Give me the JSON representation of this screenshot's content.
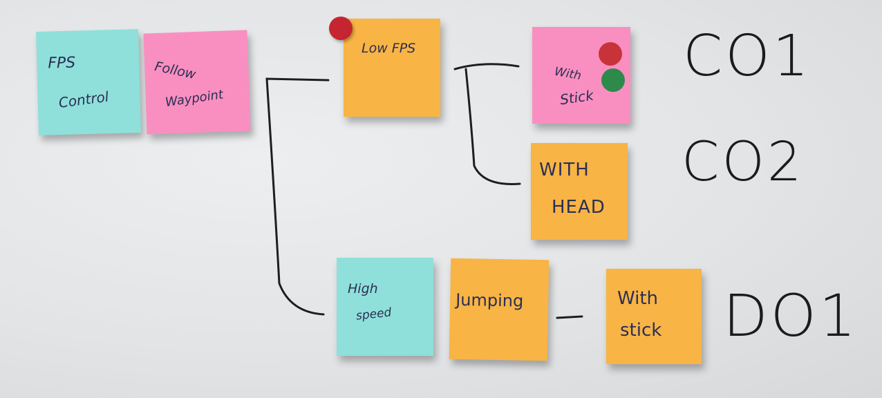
{
  "notes": {
    "fps_control": {
      "line1": "FPS",
      "line2": "Control"
    },
    "follow_waypoint": {
      "line1": "Follow",
      "line2": "Waypoint"
    },
    "low_fps": {
      "line1": "Low FPS"
    },
    "with_stick_pink": {
      "line1": "With",
      "line2": "Stick"
    },
    "with_head": {
      "line1": "WITH",
      "line2": "HEAD"
    },
    "high_speed": {
      "line1": "High",
      "line2": "speed"
    },
    "jumping": {
      "line1": "Jumping"
    },
    "with_stick_orange": {
      "line1": "With",
      "line2": "stick"
    }
  },
  "labels": {
    "co1": "CO1",
    "co2": "CO2",
    "do1": "DO1"
  },
  "colors": {
    "teal_note": "#8fe0da",
    "pink_note": "#f98fc0",
    "orange_note": "#f8b444",
    "red_dot": "#c8333a",
    "green_dot": "#2e8a4a",
    "marker_ink": "#1b1b1b"
  }
}
